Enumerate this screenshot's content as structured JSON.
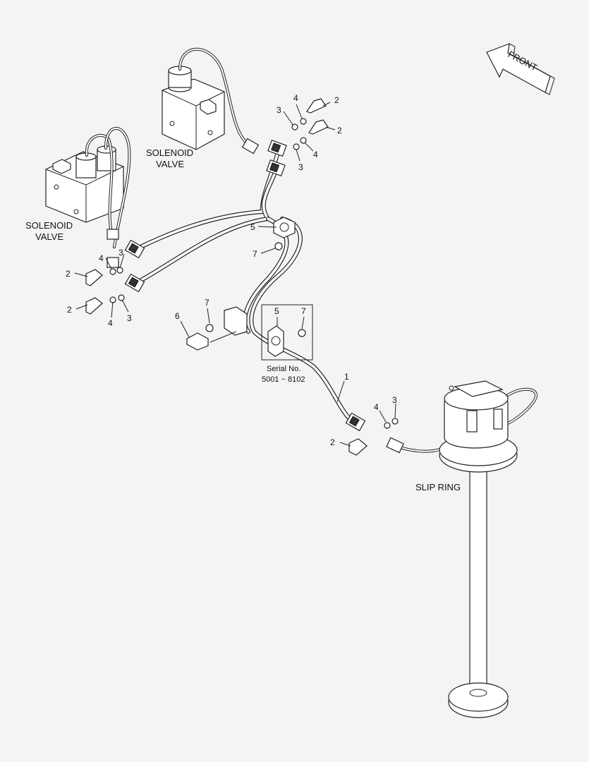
{
  "labels": {
    "front": "FRONT",
    "solenoid_valve_top_line1": "SOLENOID",
    "solenoid_valve_top_line2": "VALVE",
    "solenoid_valve_left_line1": "SOLENOID",
    "solenoid_valve_left_line2": "VALVE",
    "slip_ring": "SLIP RING",
    "serial_line1": "Serial No.",
    "serial_line2": "5001 ~ 8102"
  },
  "callouts": {
    "c1": "1",
    "c2": "2",
    "c3": "3",
    "c4": "4",
    "c5": "5",
    "c6": "6",
    "c7": "7"
  },
  "colors": {
    "line": "#222222",
    "background": "#f4f4f4"
  }
}
